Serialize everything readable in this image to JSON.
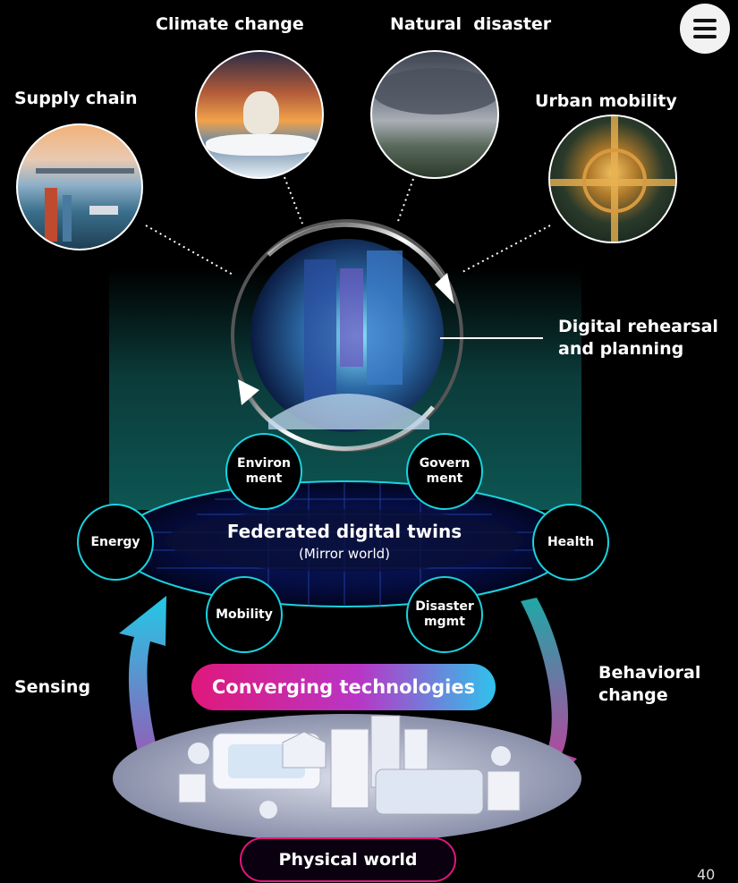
{
  "menu": {
    "icon": "hamburger-menu-icon"
  },
  "challenges": {
    "supply_chain": "Supply chain",
    "climate_change": "Climate change",
    "natural_disaster": "Natural  disaster",
    "urban_mobility": "Urban mobility"
  },
  "rehearsal": {
    "line1": "Digital rehearsal",
    "line2": "and planning"
  },
  "twin": {
    "title": "Federated digital twins",
    "subtitle": "(Mirror world)"
  },
  "domains": {
    "environment": "Environ\nment",
    "government": "Govern\nment",
    "energy": "Energy",
    "health": "Health",
    "mobility": "Mobility",
    "disaster": "Disaster\nmgmt"
  },
  "sensing": "Sensing",
  "behavioral": {
    "line1": "Behavioral",
    "line2": "change"
  },
  "converging": "Converging technologies",
  "physical_world": "Physical world",
  "page_number": "40",
  "colors": {
    "accent_cyan": "#19d3e0",
    "accent_magenta": "#e0187b",
    "teal_panel": "#0a4a48"
  }
}
